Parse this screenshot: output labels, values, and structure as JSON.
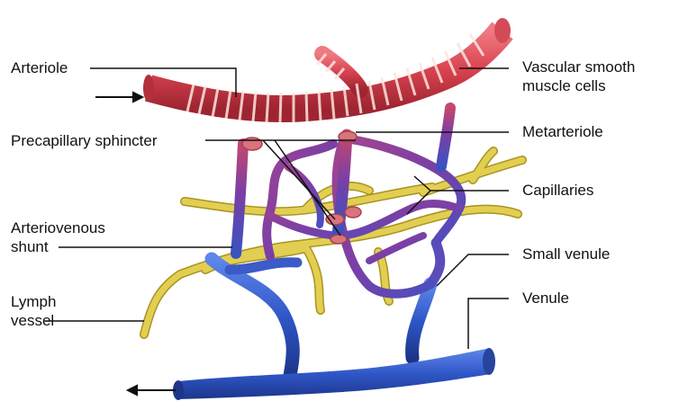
{
  "labels": {
    "arteriole": "Arteriole",
    "vascular_smooth_muscle_cells": [
      "Vascular smooth",
      "muscle cells"
    ],
    "precapillary_sphincter": "Precapillary sphincter",
    "metarteriole": "Metarteriole",
    "capillaries": "Capillaries",
    "arteriovenous_shunt": [
      "Arteriovenous",
      "shunt"
    ],
    "small_venule": "Small venule",
    "lymph_vessel": [
      "Lymph",
      "vessel"
    ],
    "venule": "Venule"
  },
  "colors": {
    "artery_red": "#d8434f",
    "vein_blue": "#2f56c7",
    "capillary_purple": "#7a3fa6",
    "lymph_yellow": "#e2cf52",
    "leader_line": "#111111"
  }
}
